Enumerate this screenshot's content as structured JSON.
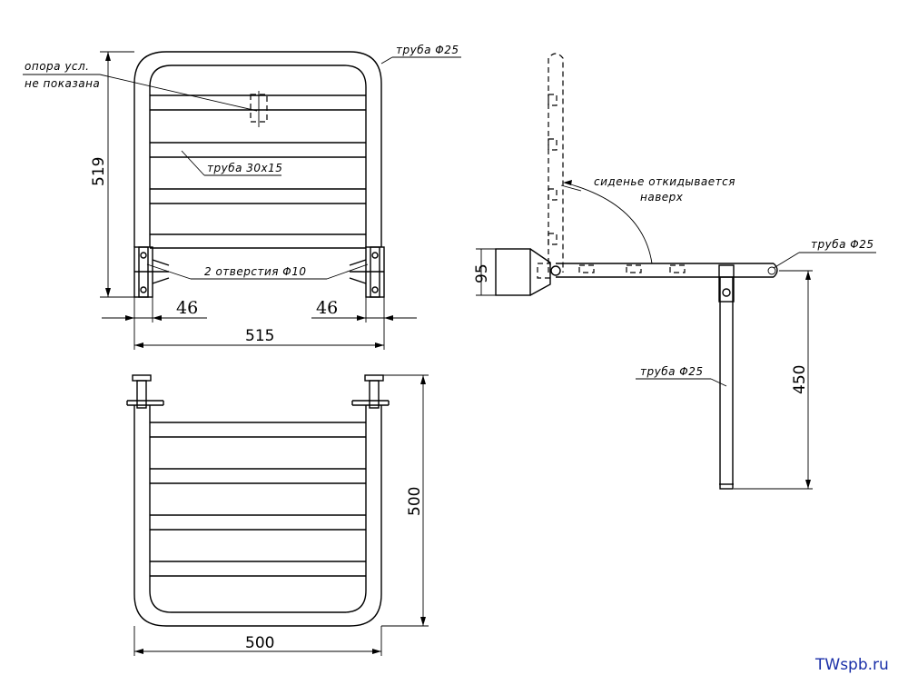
{
  "labels": {
    "support_note_line1": "опора усл.",
    "support_note_line2": "не показана",
    "pipe_top": "труба Φ25",
    "pipe_rect": "труба 30х15",
    "holes": "2 отверстия Φ10",
    "seat_flip_line1": "сиденье откидывается",
    "seat_flip_line2": "наверх",
    "pipe_side_right": "труба Φ25",
    "pipe_leg": "труба Φ25"
  },
  "dimensions": {
    "height_519": "519",
    "width_515": "515",
    "offset_left_46": "46",
    "offset_right_46": "46",
    "width_500": "500",
    "depth_500": "500",
    "mount_95": "95",
    "leg_450": "450"
  },
  "watermark": "TWspb.ru",
  "colors": {
    "line": "#000000",
    "watermark": "#1a2fa8"
  }
}
